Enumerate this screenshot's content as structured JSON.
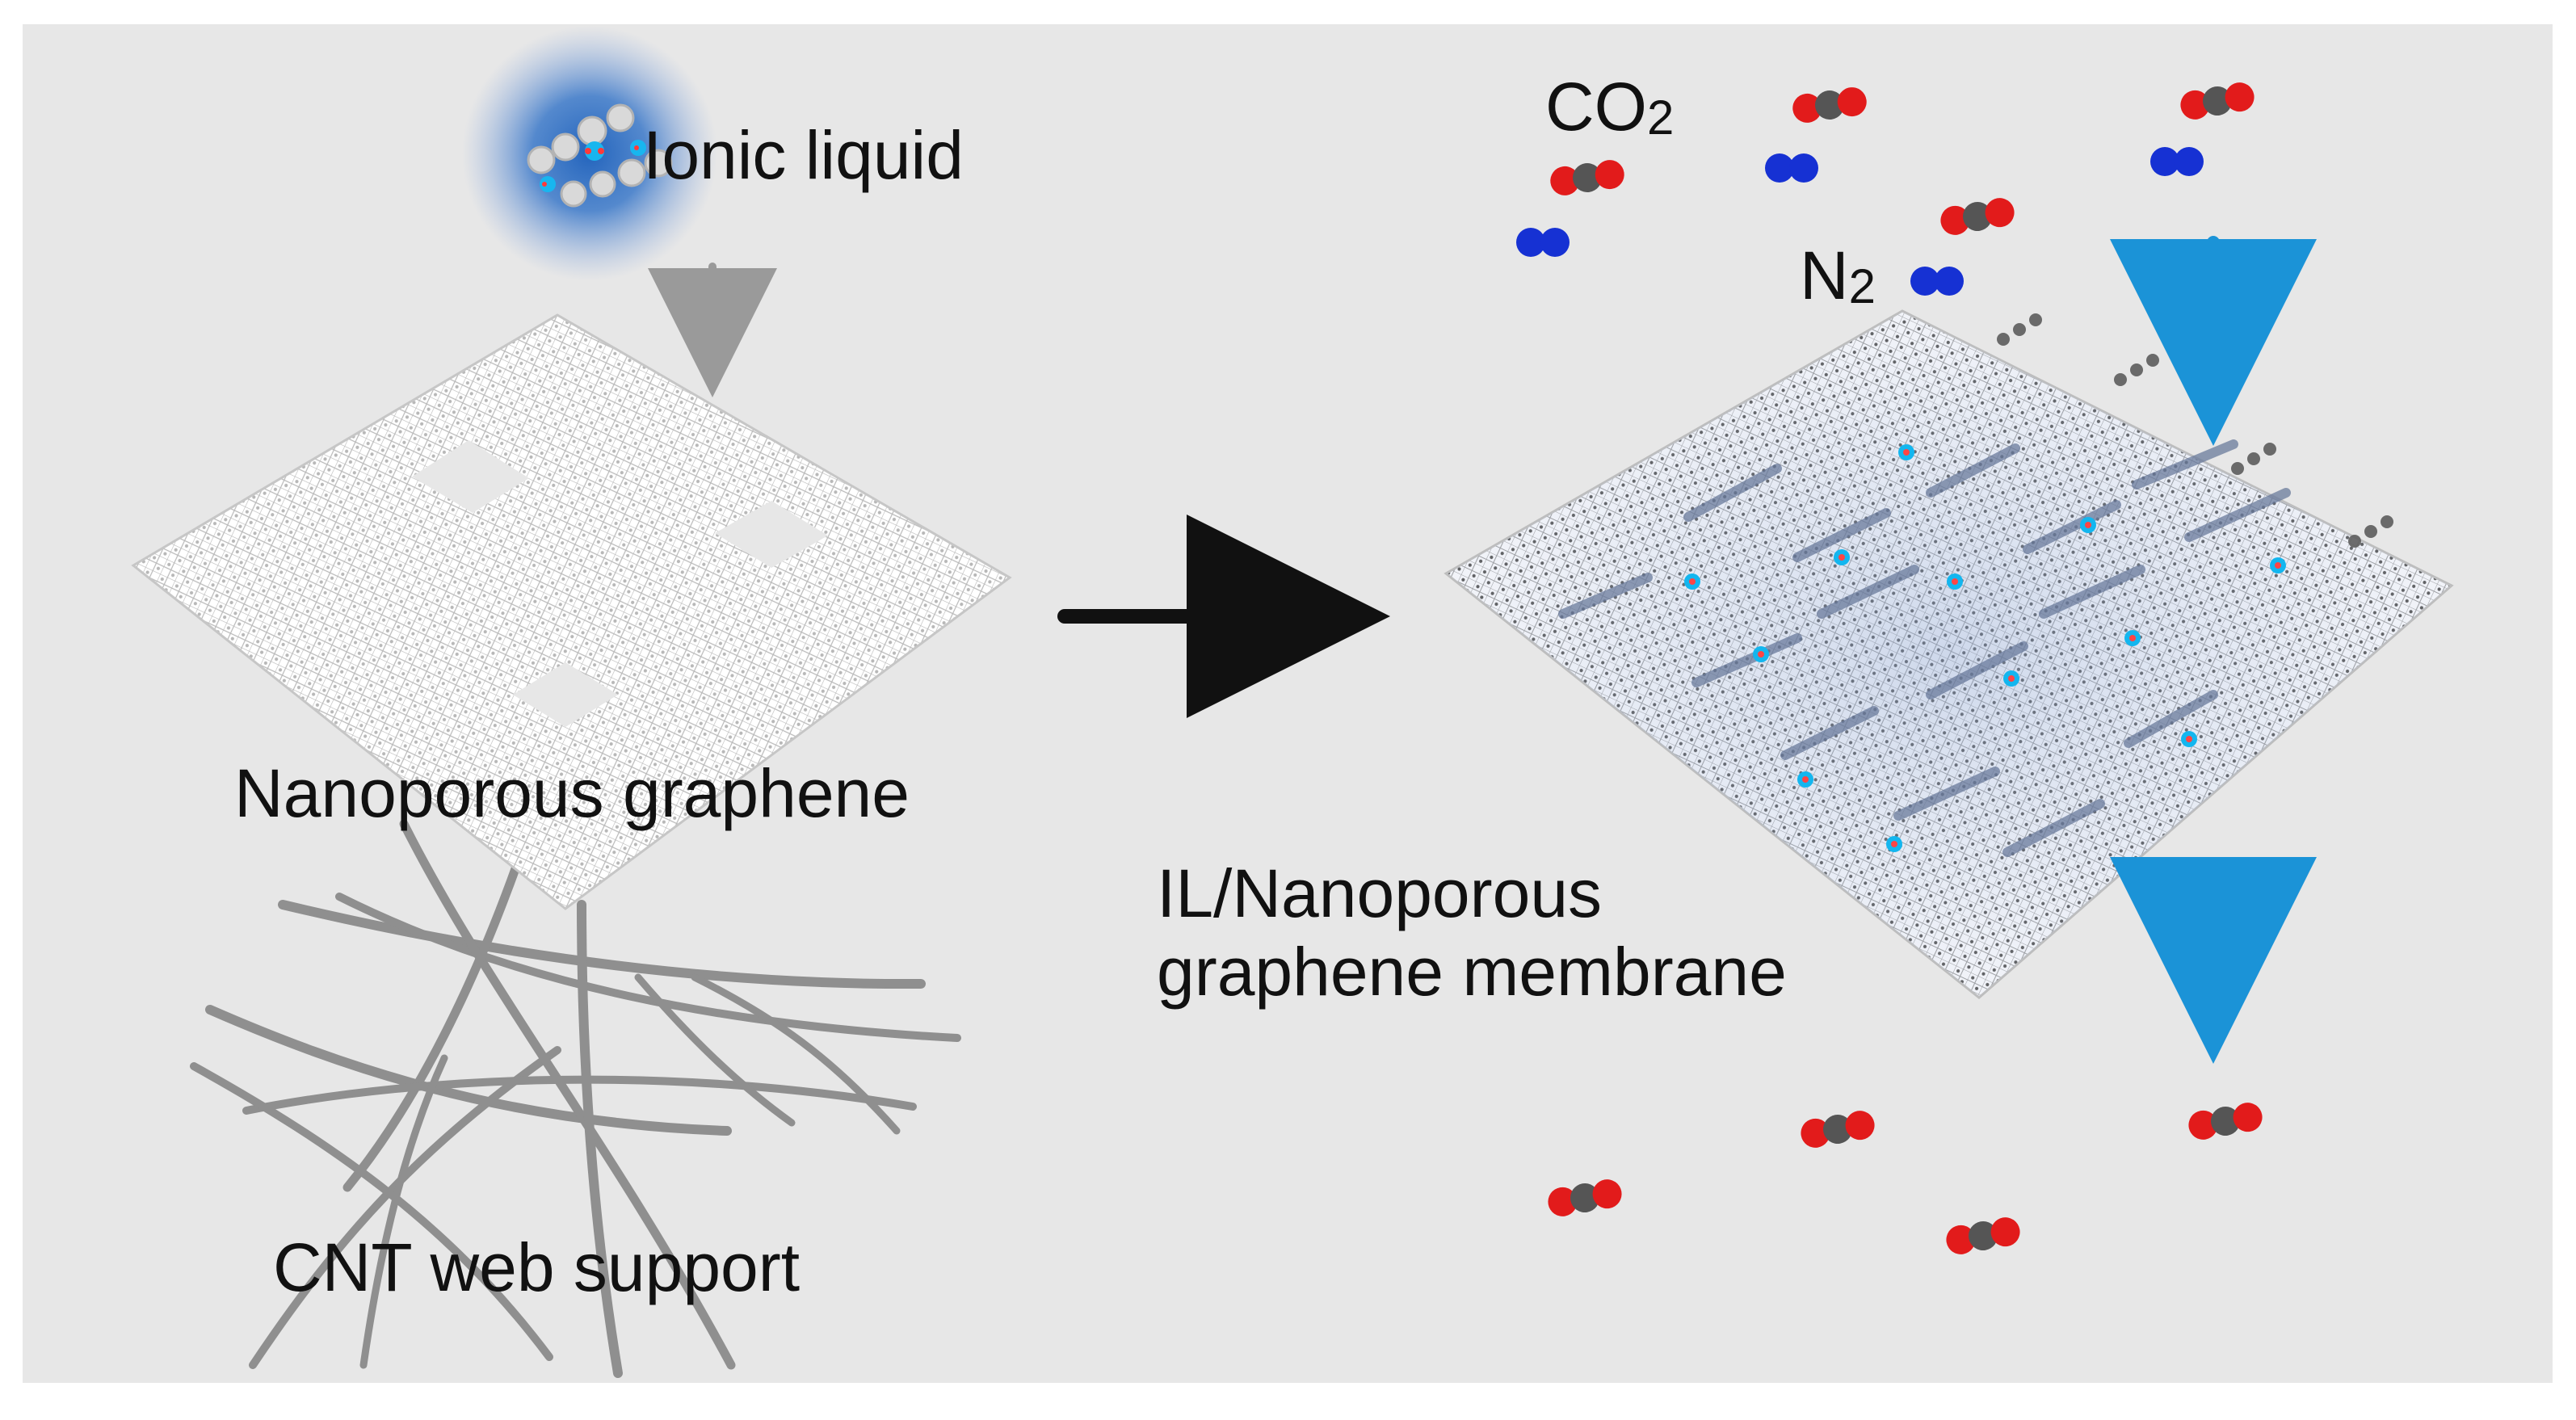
{
  "labels": {
    "ionic_liquid": "Ionic liquid",
    "nanoporous_graphene": "Nanoporous graphene",
    "cnt_support": "CNT web support",
    "co2_prefix": "CO",
    "co2_subscript": "2",
    "n2_prefix": "N",
    "n2_subscript": "2",
    "il_membrane": "IL/Nanoporous\ngraphene membrane"
  },
  "colors": {
    "panel_background": "#e7e7e7",
    "page_background": "#ffffff",
    "graphene_lattice": "#ffffff",
    "graphene_outline": "#c6c6c6",
    "il_membrane_tint": "#8ea7d2",
    "ionic_liquid_glow": "#2c6fc8",
    "process_arrow": "#111111",
    "drop_arrow": "#9a9a9a",
    "flow_arrow": "#1b93d7",
    "co2_oxygen": "#e21b1b",
    "co2_carbon": "#555555",
    "n2_atom": "#1631d3",
    "cnt_fiber": "#7c7c7c"
  },
  "icons": {
    "ionic_liquid_droplet": "ionic-liquid-droplet-icon",
    "co2_molecule": "co2-molecule-icon",
    "n2_molecule": "n2-molecule-icon"
  }
}
